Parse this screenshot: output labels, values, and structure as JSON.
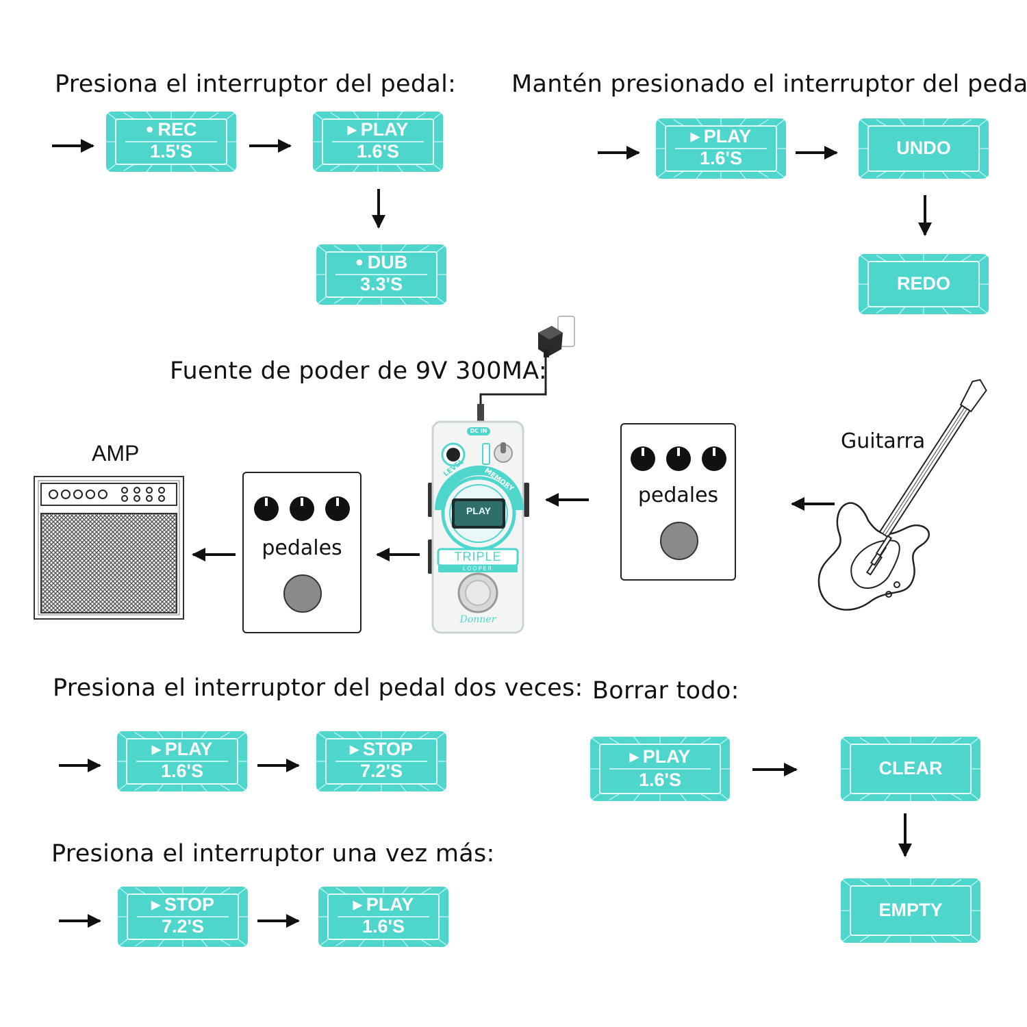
{
  "sections": {
    "press": {
      "heading": "Presiona el interruptor del pedal:",
      "rec": {
        "mode": "REC",
        "time": "1.5'S"
      },
      "play": {
        "mode": "PLAY",
        "time": "1.6'S"
      },
      "dub": {
        "mode": "DUB",
        "time": "3.3'S"
      }
    },
    "hold": {
      "heading": "Mantén presionado el interruptor del pedal:",
      "play": {
        "mode": "PLAY",
        "time": "1.6'S"
      },
      "undo": "UNDO",
      "redo": "REDO"
    },
    "power": {
      "heading": "Fuente de poder de 9V 300MA:"
    },
    "twice": {
      "heading": "Presiona el interruptor del pedal dos veces:",
      "play": {
        "mode": "PLAY",
        "time": "1.6'S"
      },
      "stop": {
        "mode": "STOP",
        "time": "7.2'S"
      }
    },
    "clear": {
      "heading": "Borrar todo:",
      "play": {
        "mode": "PLAY",
        "time": "1.6'S"
      },
      "clear": "CLEAR",
      "empty": "EMPTY"
    },
    "once": {
      "heading": "Presiona el interruptor una vez más:",
      "stop": {
        "mode": "STOP",
        "time": "7.2'S"
      },
      "play": {
        "mode": "PLAY",
        "time": "1.6'S"
      }
    }
  },
  "chain": {
    "amp_label": "AMP",
    "pedals_left": "pedales",
    "pedals_right": "pedales",
    "guitar_label": "Guitarra",
    "looper": {
      "dc_in": "DC IN",
      "level": "LEVEL",
      "memory": "MEMORY",
      "screen": "PLAY",
      "name": "TRIPLE",
      "sub": "LOOPER",
      "brand": "Donner"
    }
  },
  "colors": {
    "lcd": "#4fd6cc",
    "lcd_line": "#e6fffb",
    "looper_accent": "#4fd6cc"
  }
}
